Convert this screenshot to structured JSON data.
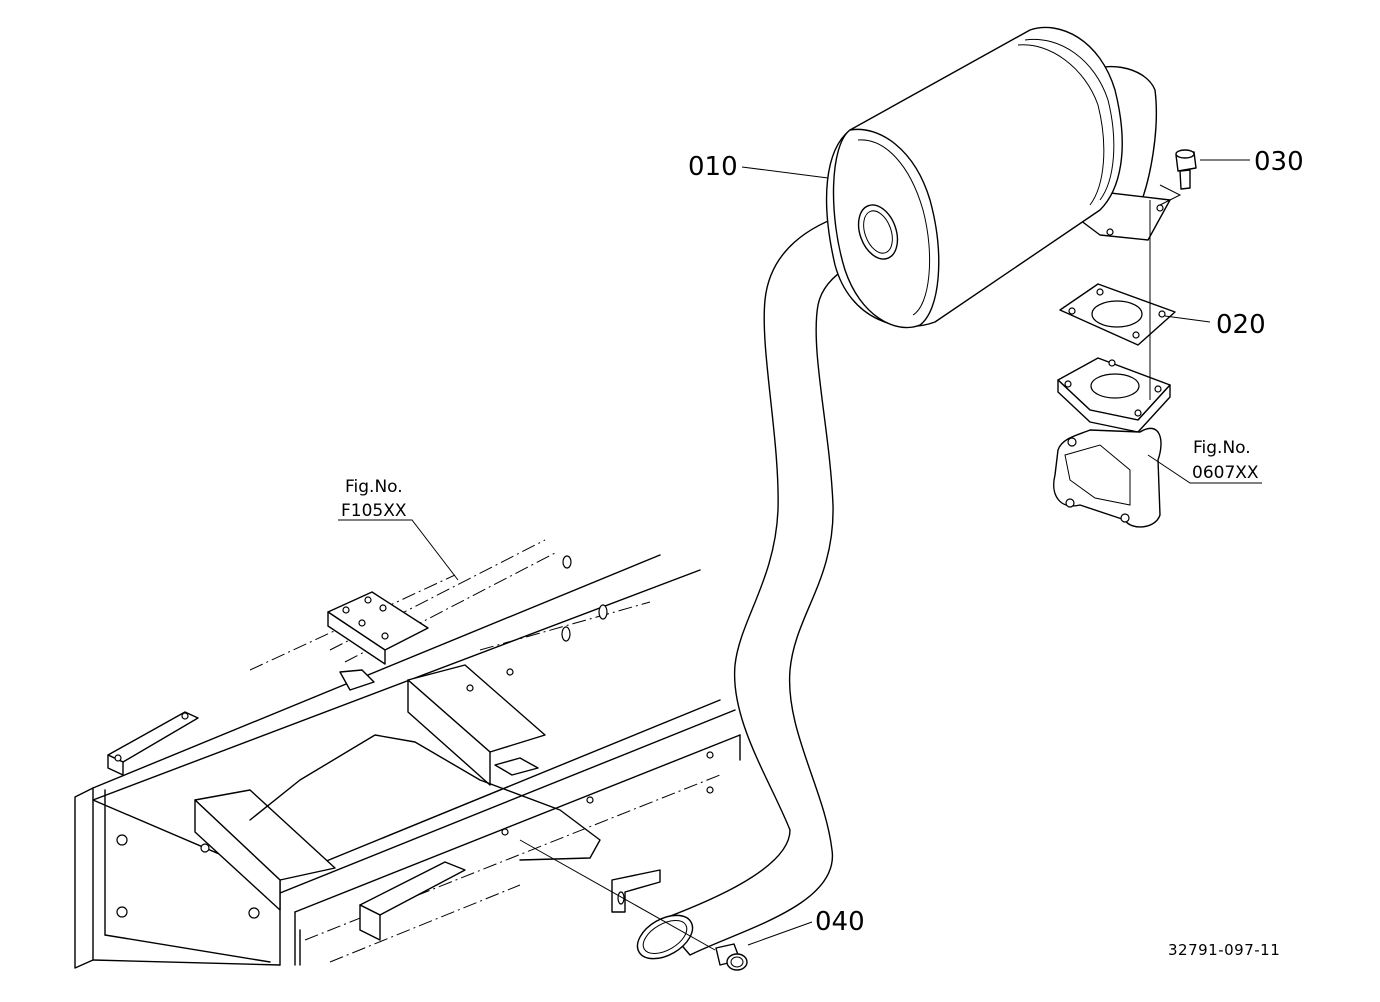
{
  "parts": [
    {
      "id": "p010",
      "number": "010",
      "name": "muffler"
    },
    {
      "id": "p020",
      "number": "020",
      "name": "gasket"
    },
    {
      "id": "p030",
      "number": "030",
      "name": "bolt"
    },
    {
      "id": "p040",
      "number": "040",
      "name": "bolt"
    }
  ],
  "references": [
    {
      "label": "Fig.No.",
      "figure": "F105XX"
    },
    {
      "label": "Fig.No.",
      "figure": "0607XX"
    }
  ],
  "drawing_code": "32791-097-11"
}
